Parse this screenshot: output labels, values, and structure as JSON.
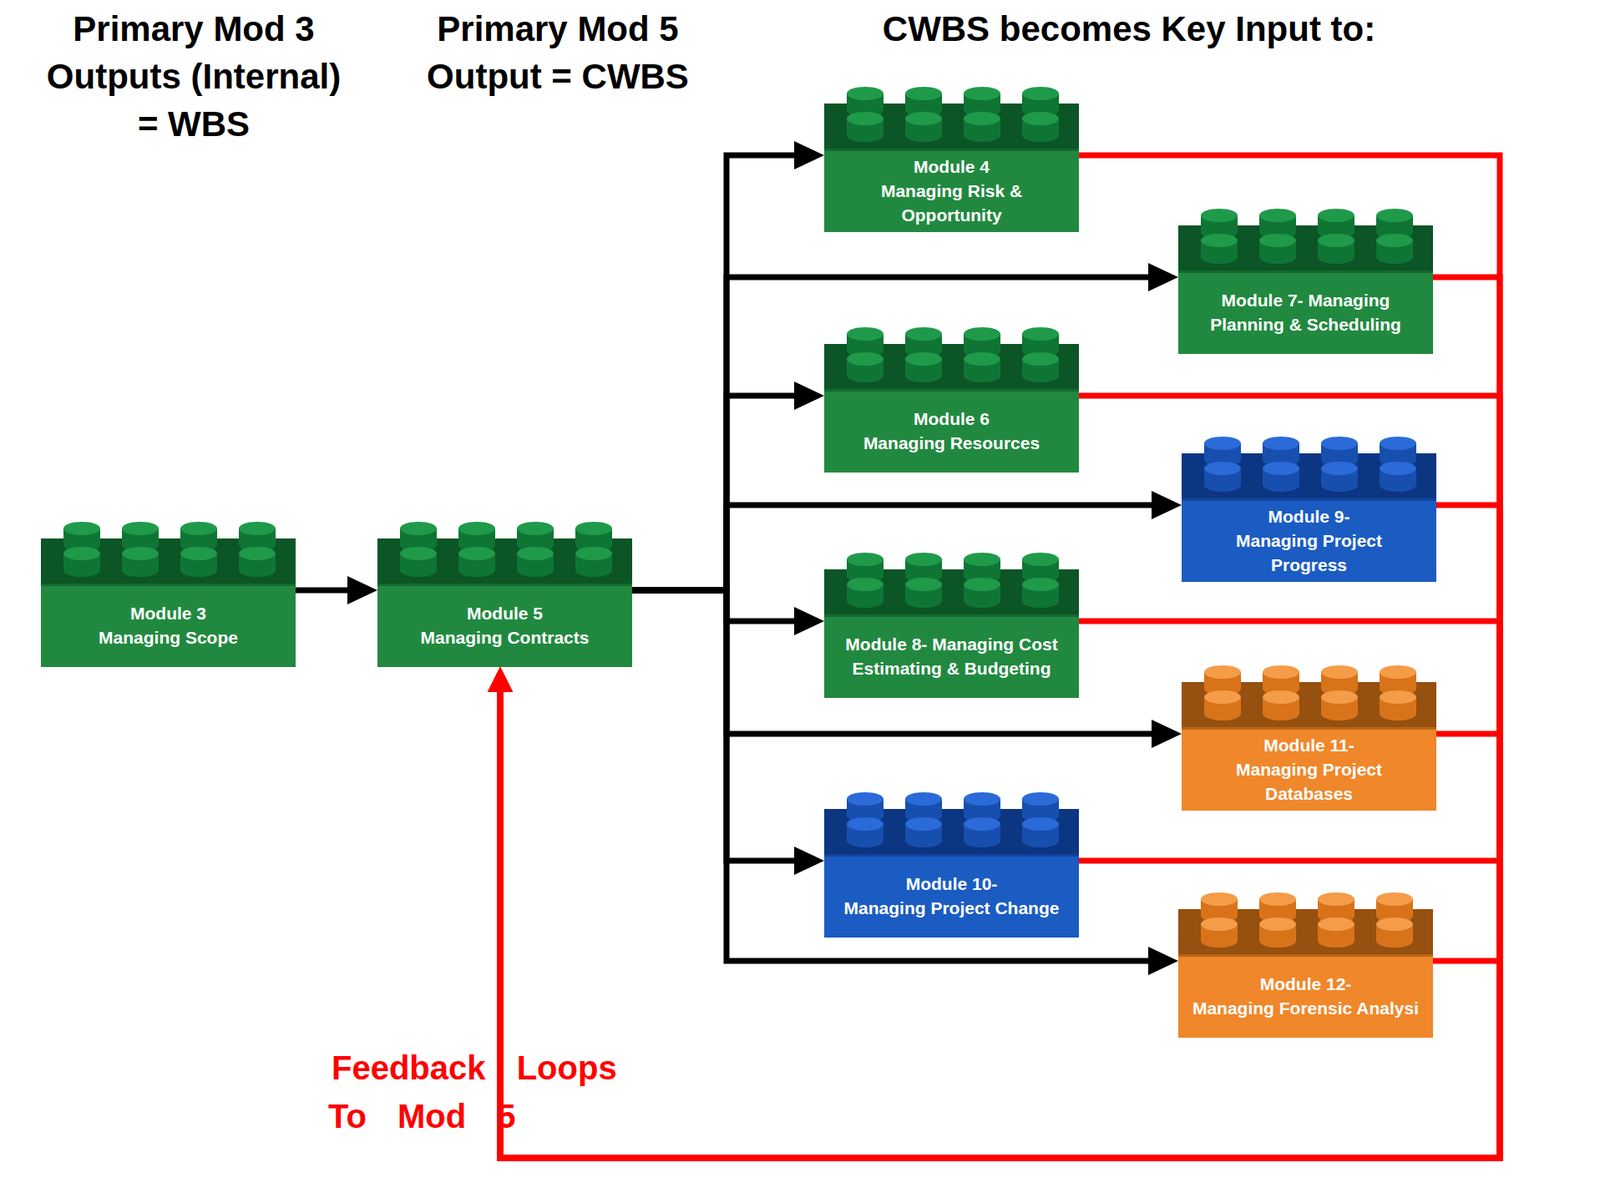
{
  "diagram": {
    "nodes": [
      {
        "text": [
          "Module 3 Managing Scope"
        ]
      },
      {
        "text": [
          "Module 5 Managing Contracts"
        ]
      },
      {
        "text": [
          "Module 4 Managing Risk & Opportunity"
        ]
      },
      {
        "text": [
          "Module 7- Managing Planning & Scheduling"
        ]
      },
      {
        "text": [
          "Module 6 Managing Resources"
        ]
      },
      {
        "text": [
          "Module 9- Managing Project Progress"
        ]
      },
      {
        "text": [
          "Module 8- Managing Cost Estimating & Budgeting"
        ]
      },
      {
        "text": [
          "Module 11- Managing Project Databases"
        ]
      },
      {
        "text": [
          "Module 10- Managing Project Change"
        ]
      },
      {
        "text": [
          "Module 12- Managing Forensic Analysi"
        ]
      }
    ],
    "edges": [
      {
        "from": 0,
        "to": 1,
        "arrow": "to"
      },
      {
        "from": 1,
        "to": 2,
        "arrow": "to"
      },
      {
        "from": 1,
        "to": 3,
        "arrow": "to"
      },
      {
        "from": 1,
        "to": 4,
        "arrow": "to"
      },
      {
        "from": 1,
        "to": 5,
        "arrow": "to"
      },
      {
        "from": 1,
        "to": 6,
        "arrow": "to"
      },
      {
        "from": 1,
        "to": 7,
        "arrow": "to"
      },
      {
        "from": 1,
        "to": 8,
        "arrow": "to"
      },
      {
        "from": 1,
        "to": 9,
        "arrow": "to"
      },
      {
        "from": 2,
        "to": 1,
        "arrow": "to"
      },
      {
        "from": 3,
        "to": 1,
        "arrow": "to"
      },
      {
        "from": 4,
        "to": 1,
        "arrow": "to"
      },
      {
        "from": 5,
        "to": 1,
        "arrow": "to"
      },
      {
        "from": 6,
        "to": 1,
        "arrow": "to"
      },
      {
        "from": 7,
        "to": 1,
        "arrow": "to"
      },
      {
        "from": 8,
        "to": 1,
        "arrow": "to"
      },
      {
        "from": 9,
        "to": 1,
        "arrow": "to"
      }
    ],
    "labels": [
      "Primary Mod 3 Outputs (Internal) = WBS",
      "Primary Mod 5 Output = CWBS",
      "CWBS becomes Key Input to:",
      "Feedback Loops",
      "To Mod 5"
    ]
  }
}
